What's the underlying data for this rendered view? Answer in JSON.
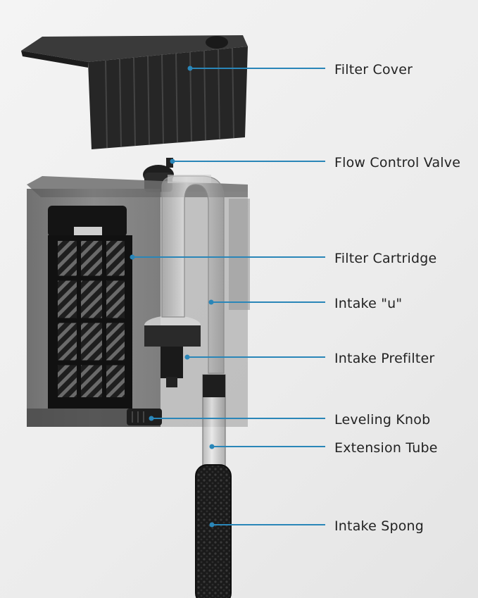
{
  "diagram": {
    "line_color": "#2a86b8",
    "labels": [
      {
        "id": "filter-cover",
        "text": "Filter Cover"
      },
      {
        "id": "flow-control-valve",
        "text": "Flow Control Valve"
      },
      {
        "id": "filter-cartridge",
        "text": "Filter Cartridge"
      },
      {
        "id": "intake-u",
        "text": "Intake \"u\""
      },
      {
        "id": "intake-prefilter",
        "text": "Intake Prefilter"
      },
      {
        "id": "leveling-knob",
        "text": "Leveling Knob"
      },
      {
        "id": "extension-tube",
        "text": "Extension Tube"
      },
      {
        "id": "intake-spong",
        "text": "Intake Spong"
      }
    ]
  }
}
